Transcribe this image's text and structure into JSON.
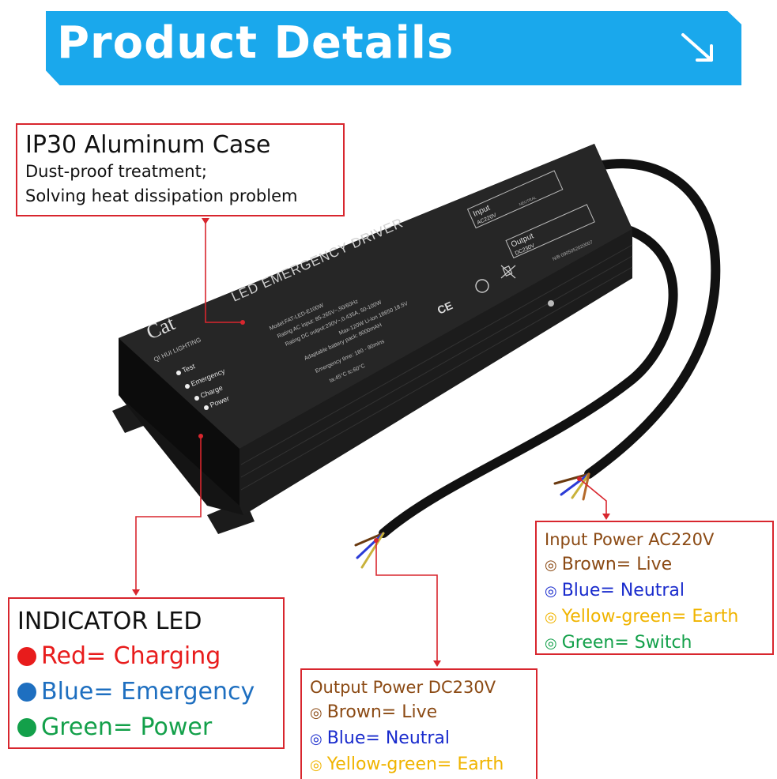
{
  "banner": {
    "title": "Product Details",
    "bg": "#1aa8ec"
  },
  "case_callout": {
    "title": "IP30 Aluminum Case",
    "lines": [
      "Dust-proof treatment;",
      "Solving heat dissipation problem"
    ]
  },
  "indicator_callout": {
    "title": "INDICATOR LED",
    "items": [
      {
        "text": "Red= Charging",
        "color": "#e81c1c"
      },
      {
        "text": "Blue= Emergency",
        "color": "#1e6fc0"
      },
      {
        "text": "Green= Power",
        "color": "#13a04a"
      }
    ]
  },
  "input_callout": {
    "title": "Input Power AC220V",
    "items": [
      {
        "text": "Brown= Live",
        "color": "#8b4a14"
      },
      {
        "text": "Blue= Neutral",
        "color": "#1a2ccd"
      },
      {
        "text": "Yellow-green= Earth",
        "color": "#f0b400"
      },
      {
        "text": "Green= Switch",
        "color": "#13a04a"
      }
    ]
  },
  "output_callout": {
    "title": "Output Power DC230V",
    "items": [
      {
        "text": "Brown= Live",
        "color": "#8b4a14"
      },
      {
        "text": "Blue= Neutral",
        "color": "#1a2ccd"
      },
      {
        "text": "Yellow-green= Earth",
        "color": "#f0b400"
      }
    ]
  },
  "ring_glyph": "◎",
  "device": {
    "brand": "Cat",
    "brand_sub": "QI HUI LIGHTING",
    "label": "LED EMERGENCY DRIVER",
    "model_lines": [
      "Model:FAT-LED-E100W",
      "Rating AC input: 85-265V~,50/60Hz",
      "Rating DC output:230V~,0.435A, 50-100W",
      "Max-120W  Li-ion 18650  18.5V",
      "Adaptable battery pack:  8000mAH",
      "Emergency time:  180 - 90mins",
      "ta:45°C  tc:60°C"
    ],
    "indicators": [
      "Test",
      "Emergency",
      "Charge",
      "Power"
    ],
    "input_panel": {
      "title": "Input",
      "voltage": "AC220V",
      "neutral": "NEUTRAL"
    },
    "output_panel": {
      "title": "Output",
      "voltage": "DC230V"
    },
    "serial": "N/B 0905052020007",
    "ce_mark": "CE"
  }
}
